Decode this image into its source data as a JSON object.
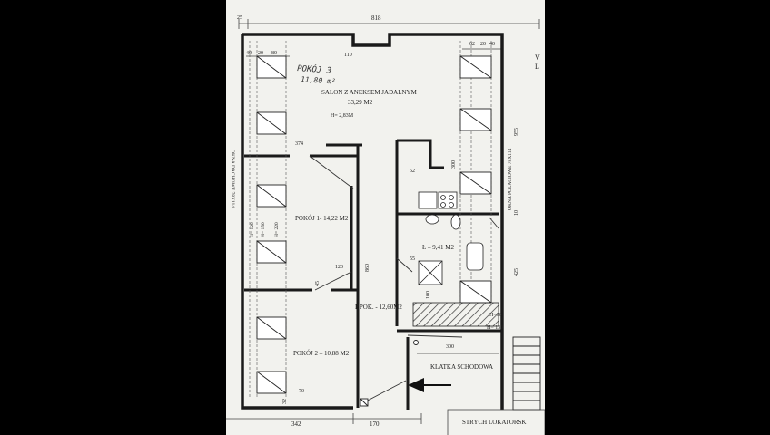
{
  "dims": {
    "top_left": "25",
    "top_total": "818",
    "top_right_segments": [
      "62",
      "20",
      "40"
    ],
    "left_segments": [
      "40",
      "20",
      "80"
    ],
    "window_top": "110",
    "wall_374": "374",
    "right_955": "955",
    "right_10": "10",
    "right_425": "425",
    "h300_kitchen": "300",
    "h300_stair": "300",
    "d52": "52",
    "d55": "55",
    "d100": "100",
    "d860": "860",
    "d120_room1": "120",
    "d45": "45",
    "d70": "70",
    "d32": "32",
    "bottom_342": "342",
    "bottom_170": "170",
    "room1_heights": [
      "H= 120",
      "H= 150",
      "H= 220"
    ],
    "bath_h90": "H=90",
    "bath_h130": "H= 130"
  },
  "rooms": {
    "salon_name": "SALON Z ANEKSEM JADALNYM",
    "salon_area": "33,29 M2",
    "salon_height": "H= 2,83M",
    "room1": "POKÓJ 1- 14,22 M2",
    "room2": "POKÓJ 2 – 10,88 M2",
    "corridor": "P.POK. - 12,60M2",
    "bathroom": "Ł – 9,41 M2",
    "stairs": "KLATKA SCHODOWA",
    "attic": "STRYCH LOKATORSK"
  },
  "side_labels": {
    "left": "OKNA DACHOWE 78X114",
    "right": "OKNA POŁACIOWE 78X114"
  },
  "handwritten": {
    "line1": "POKÓJ 3",
    "line2": "11,80 m²"
  },
  "edge_fragments": {
    "right_top_1": "V",
    "right_top_2": "L"
  }
}
